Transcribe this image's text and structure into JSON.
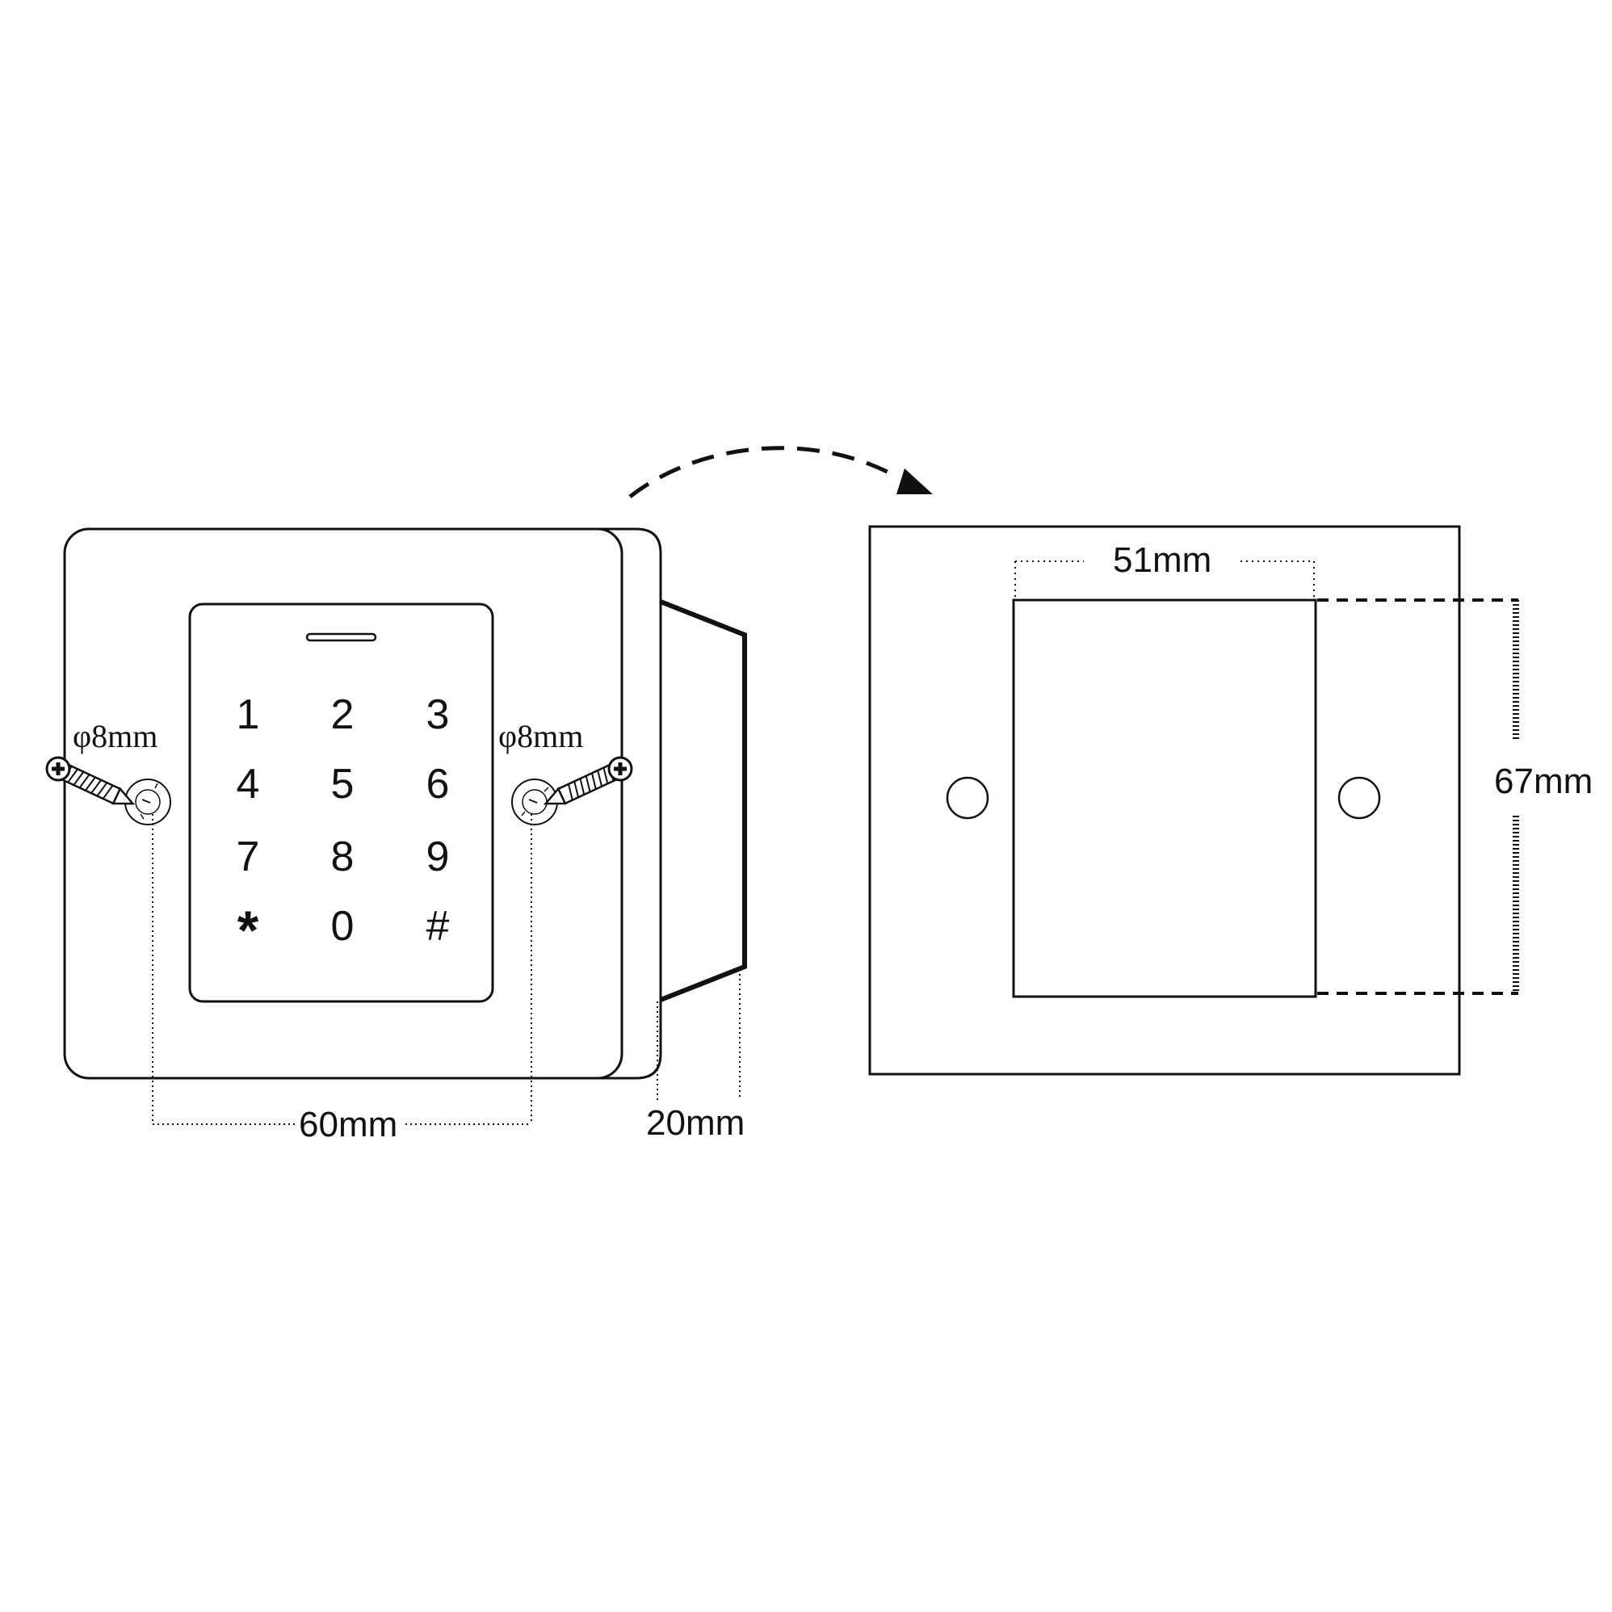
{
  "keypad": {
    "keys": [
      "1",
      "2",
      "3",
      "4",
      "5",
      "6",
      "7",
      "8",
      "9",
      "*",
      "0",
      "#"
    ]
  },
  "screws": {
    "left_label": "φ8mm",
    "right_label": "φ8mm"
  },
  "dimensions": {
    "hole_spacing": "60mm",
    "depth": "20mm",
    "cutout_width": "51mm",
    "cutout_height": "67mm"
  },
  "colors": {
    "line": "#111111",
    "background": "#ffffff"
  }
}
